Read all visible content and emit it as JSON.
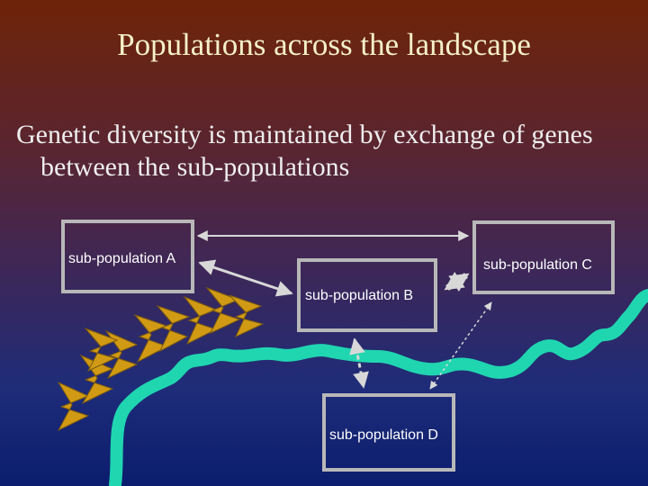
{
  "slide": {
    "title": "Populations across the landscape",
    "body_line1": "Genetic diversity is maintained by exchange of genes",
    "body_line2": "between the sub-populations"
  },
  "boxes": {
    "a": "sub-population A",
    "b": "sub-population B",
    "c": "sub-population C",
    "d": "sub-population D"
  },
  "colors": {
    "river": "#1fd6b0",
    "mountains": "#d19a14",
    "box_border": "#b8b8b8",
    "title_text": "#f5f0c8"
  }
}
